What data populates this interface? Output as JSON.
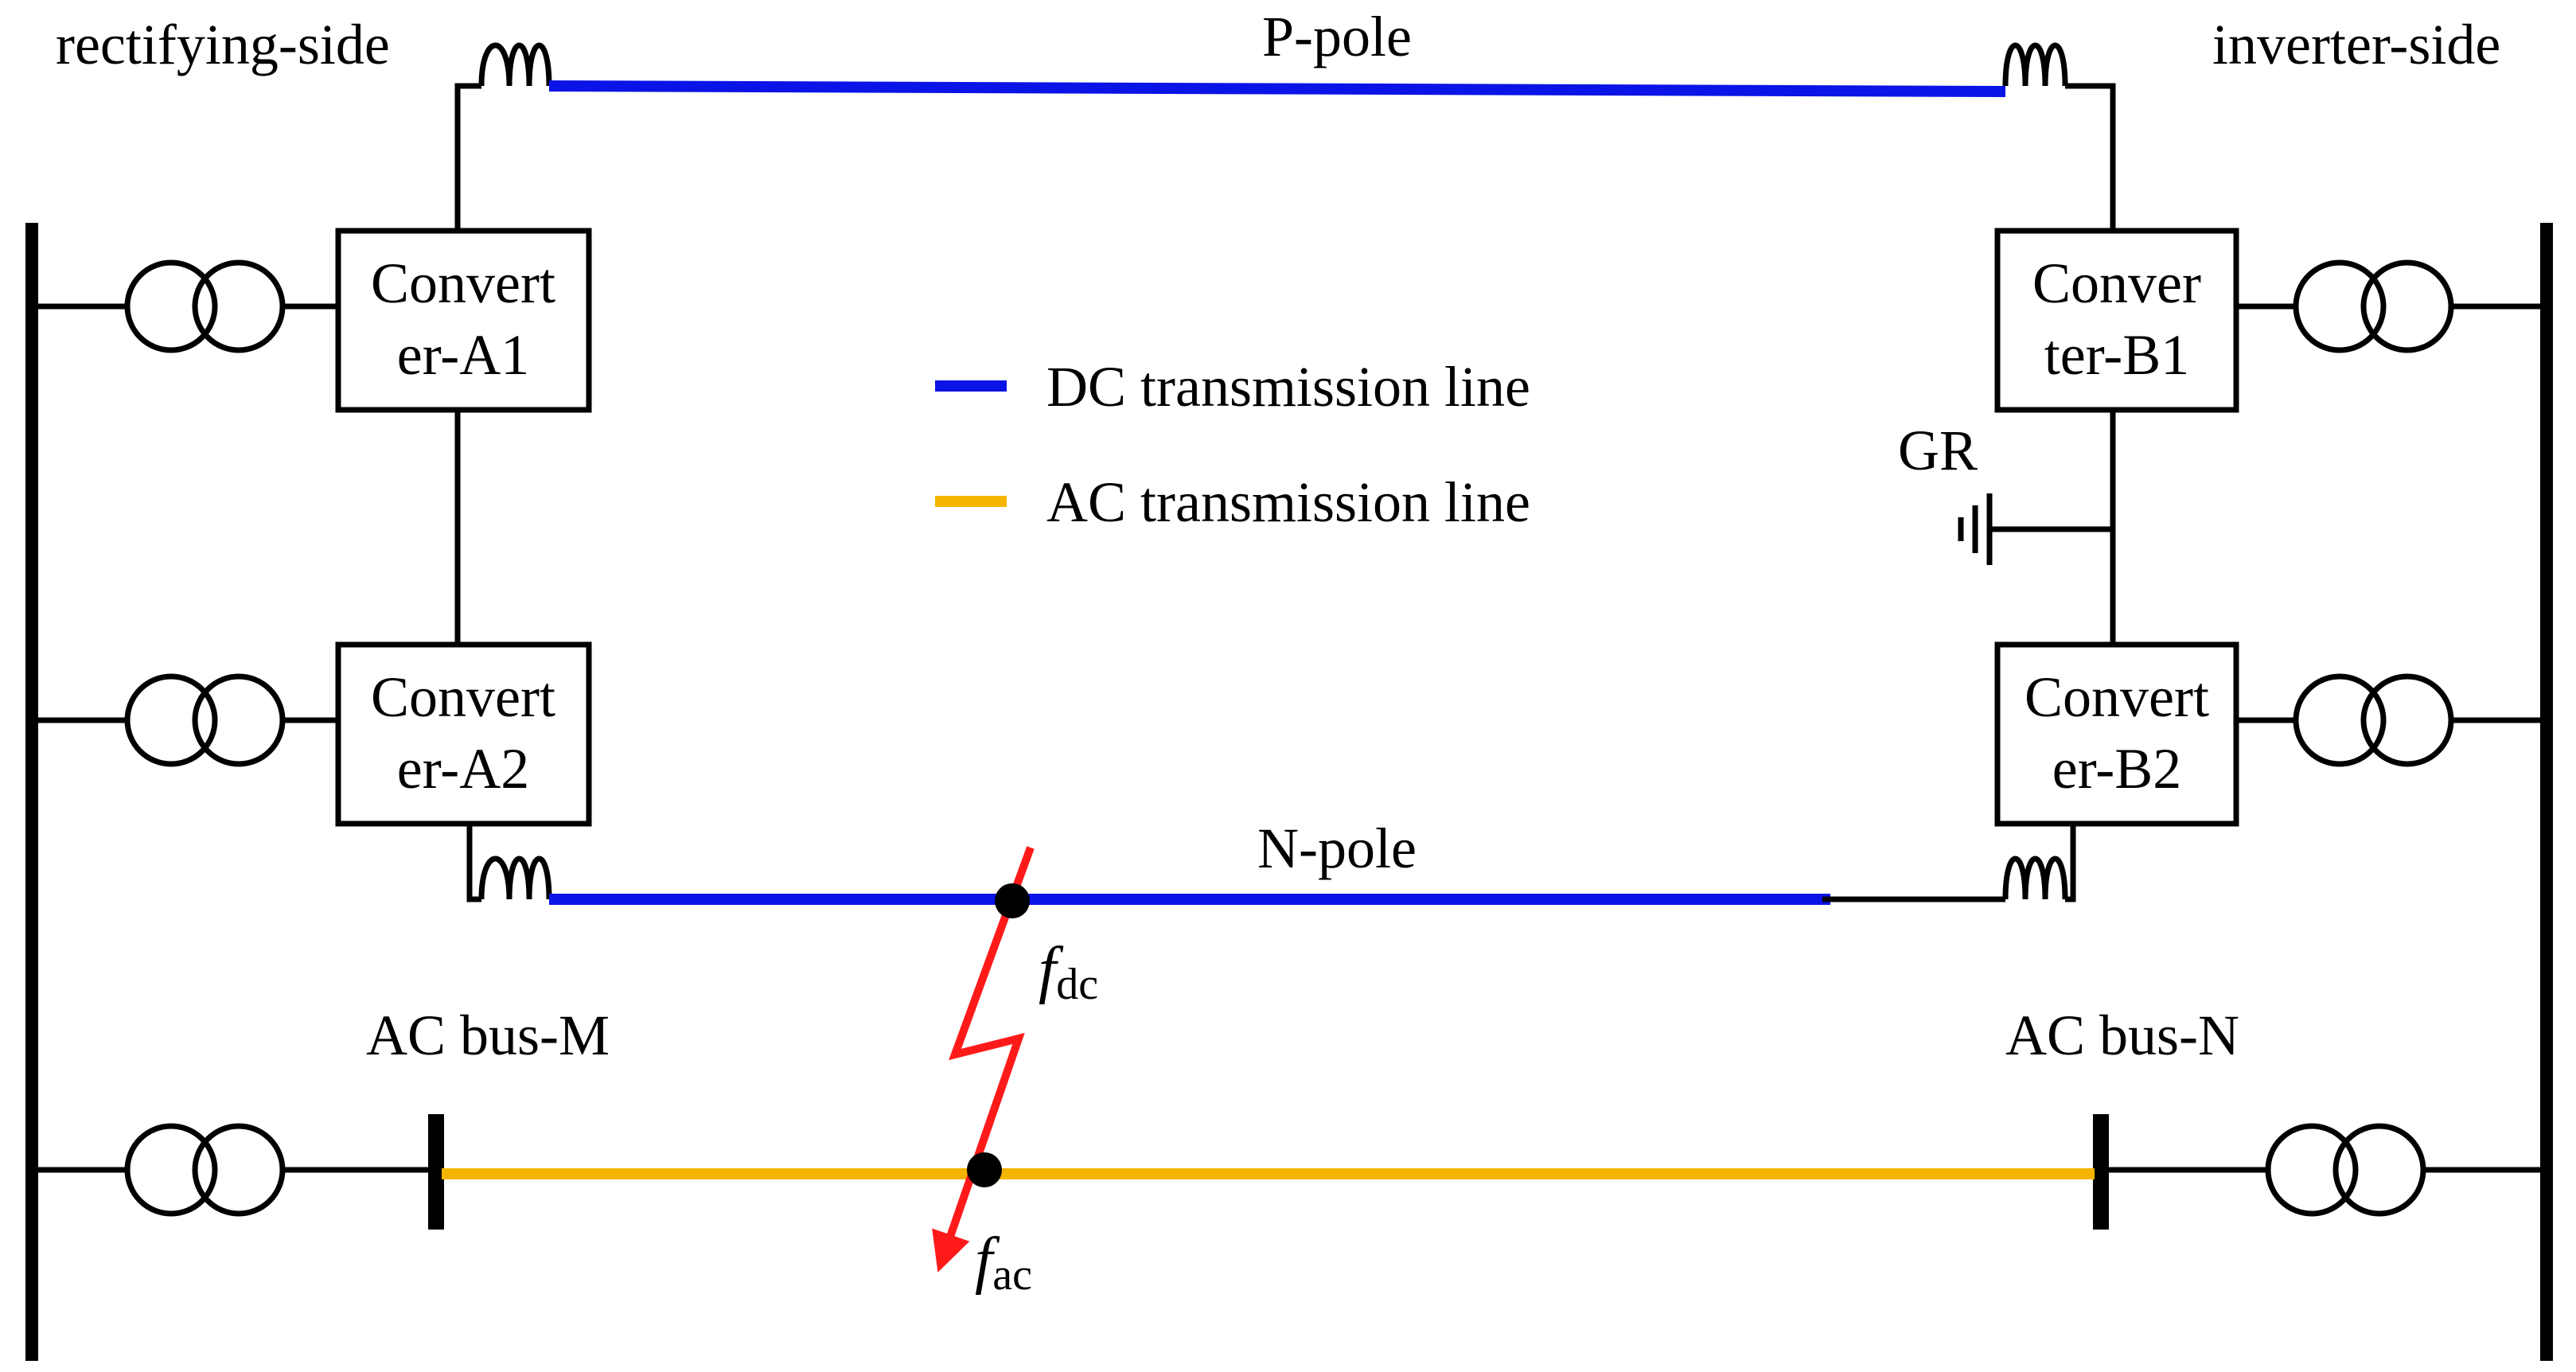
{
  "labels": {
    "rectifying_side": "rectifying-side",
    "inverter_side": "inverter-side",
    "p_pole": "P-pole",
    "n_pole": "N-pole",
    "gr": "GR",
    "ac_bus_m": "AC bus-M",
    "ac_bus_n": "AC bus-N"
  },
  "converters": {
    "a1": [
      "Convert",
      "er-A1"
    ],
    "a2": [
      "Convert",
      "er-A2"
    ],
    "b1": [
      "Conver",
      "ter-B1"
    ],
    "b2": [
      "Convert",
      "er-B2"
    ]
  },
  "legend": {
    "dc": "DC transmission line",
    "ac": "AC transmission line"
  },
  "faults": {
    "dc_main": "f",
    "dc_sub": "dc",
    "ac_main": "f",
    "ac_sub": "ac"
  },
  "colors": {
    "dc_line": "#0a14e6",
    "ac_line": "#f5b400",
    "fault": "#ff1a1a",
    "wire": "#000000"
  }
}
